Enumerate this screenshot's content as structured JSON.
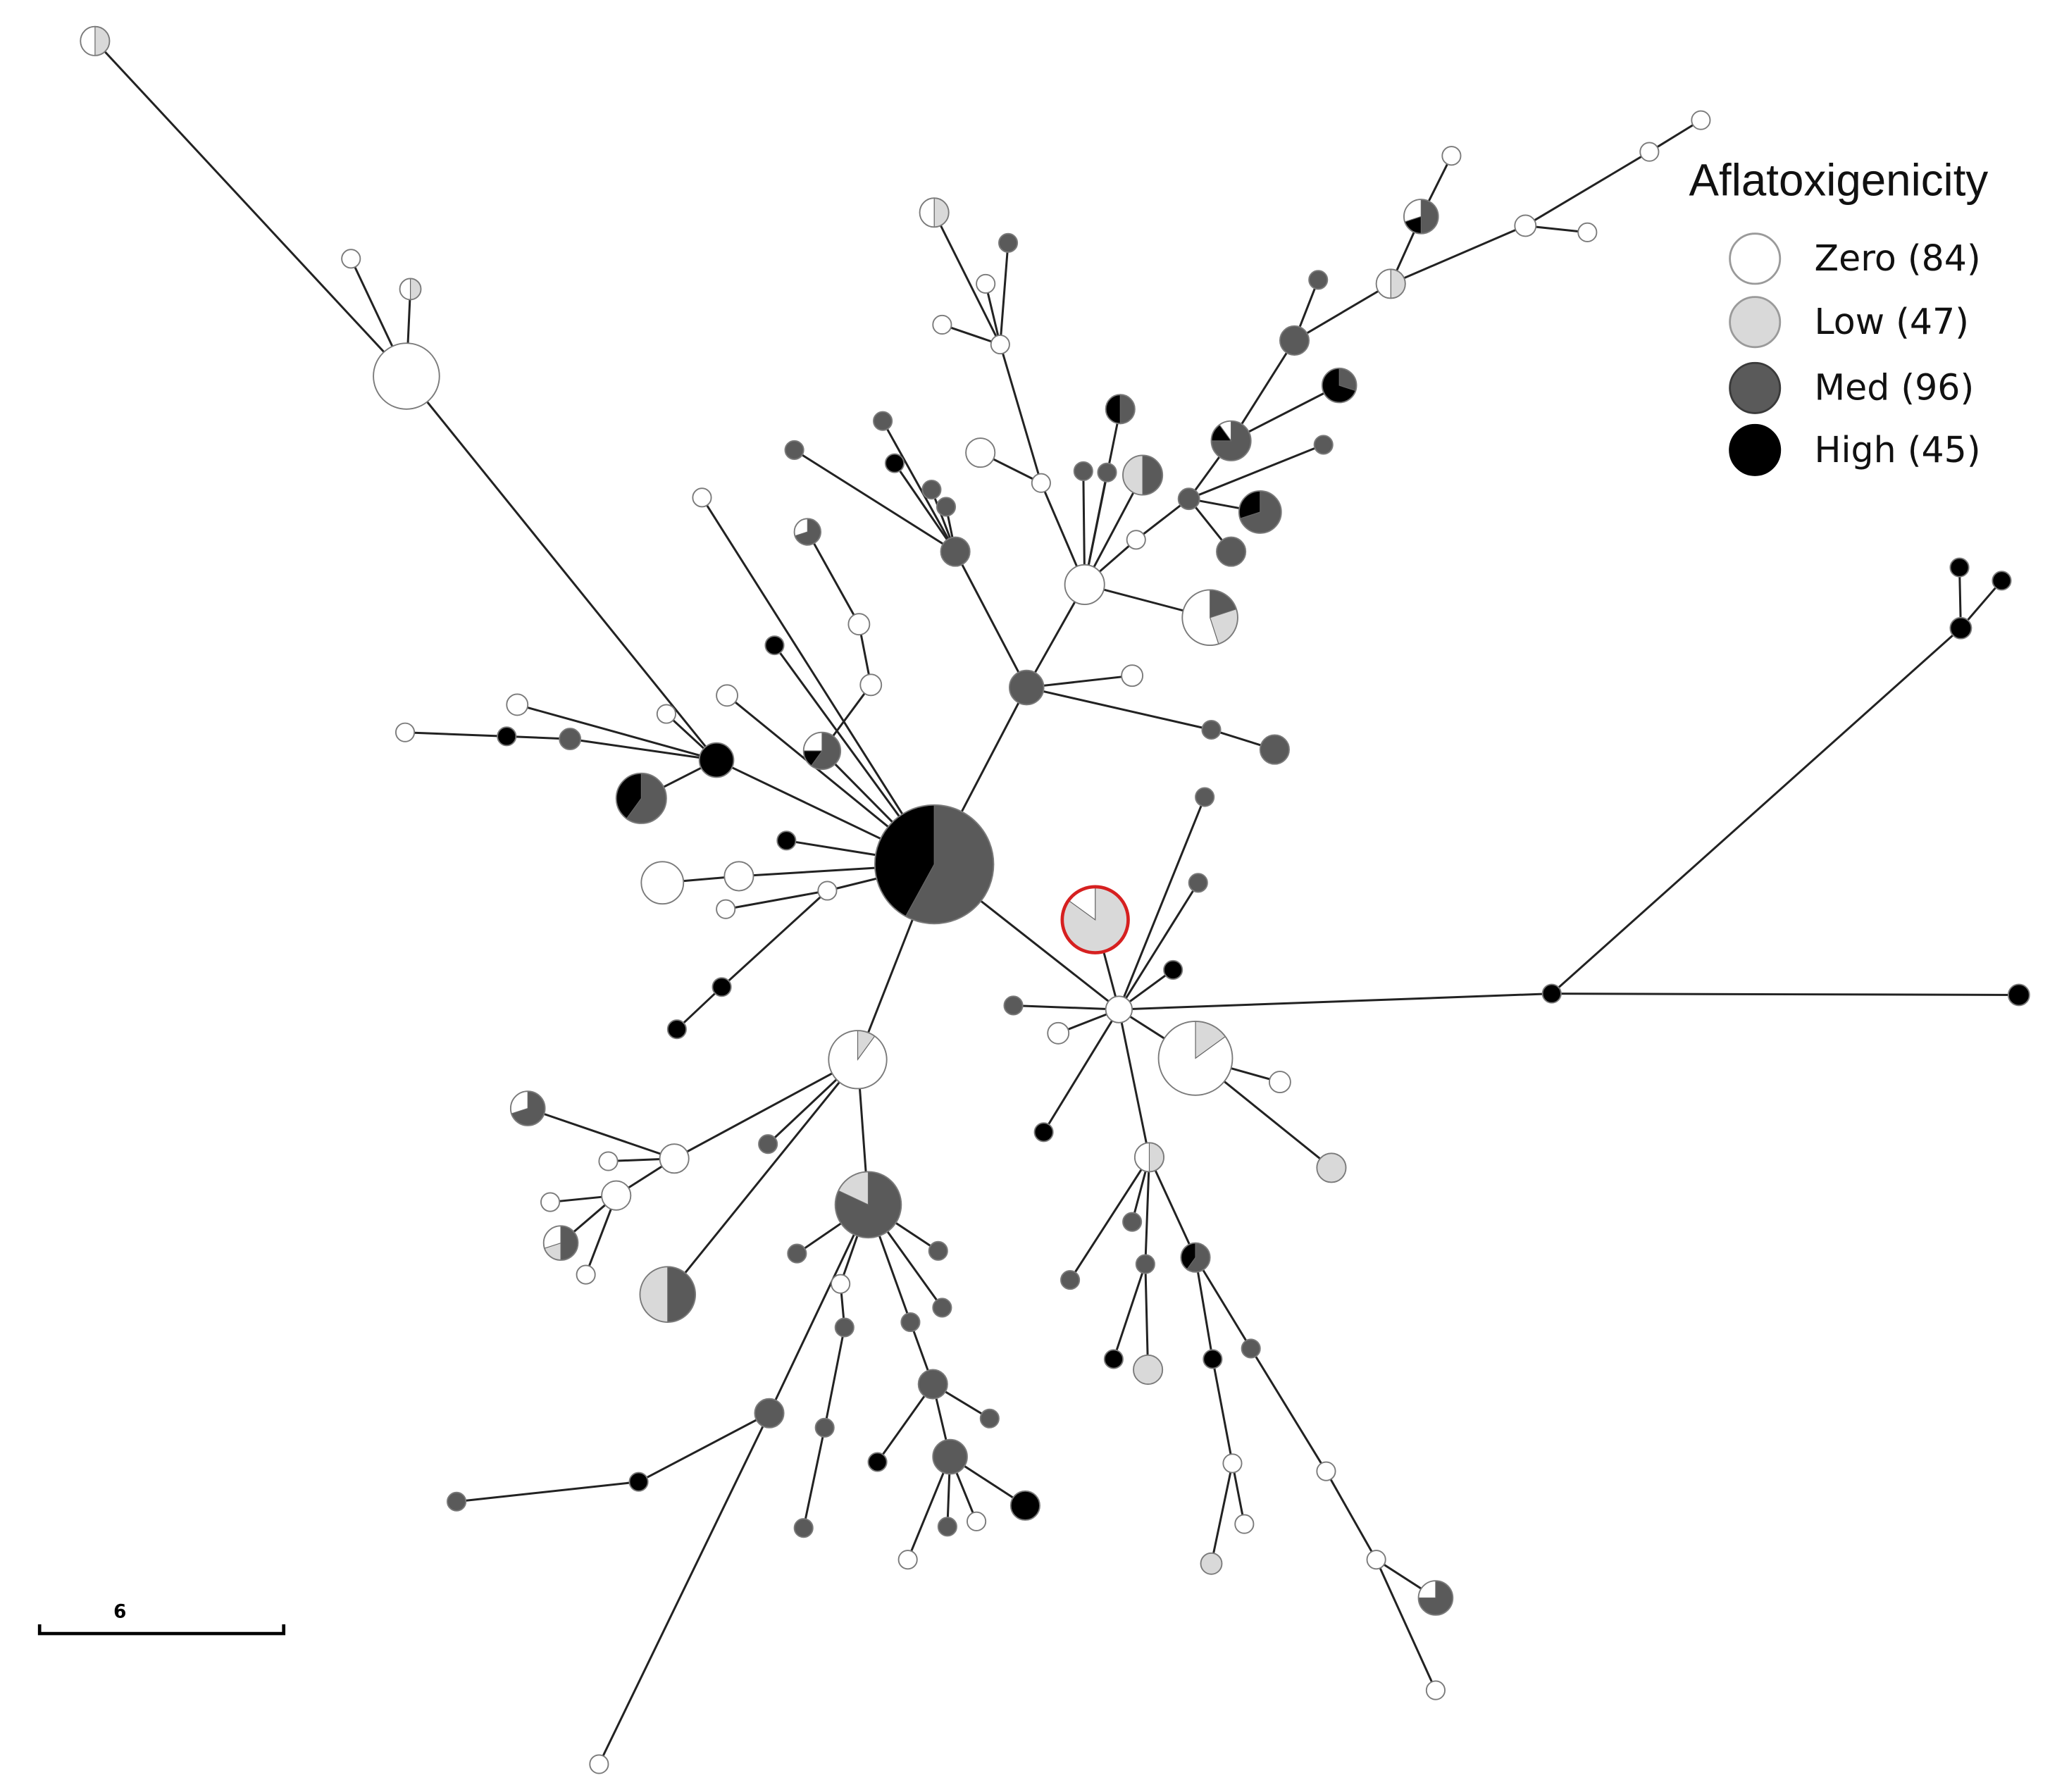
{
  "legend": {
    "title": "Aflatoxigenicity",
    "items": [
      {
        "key": "zero",
        "label": "Zero (84)"
      },
      {
        "key": "low",
        "label": "Low (47)"
      },
      {
        "key": "med",
        "label": "Med (96)"
      },
      {
        "key": "high",
        "label": "High (45)"
      }
    ]
  },
  "scale_bar": {
    "label": "6"
  },
  "colors": {
    "zero": "#ffffff",
    "low": "#d9d9d9",
    "med": "#5a5a5a",
    "high": "#000000",
    "edge": "#222222",
    "highlight": "#d62020"
  }
}
